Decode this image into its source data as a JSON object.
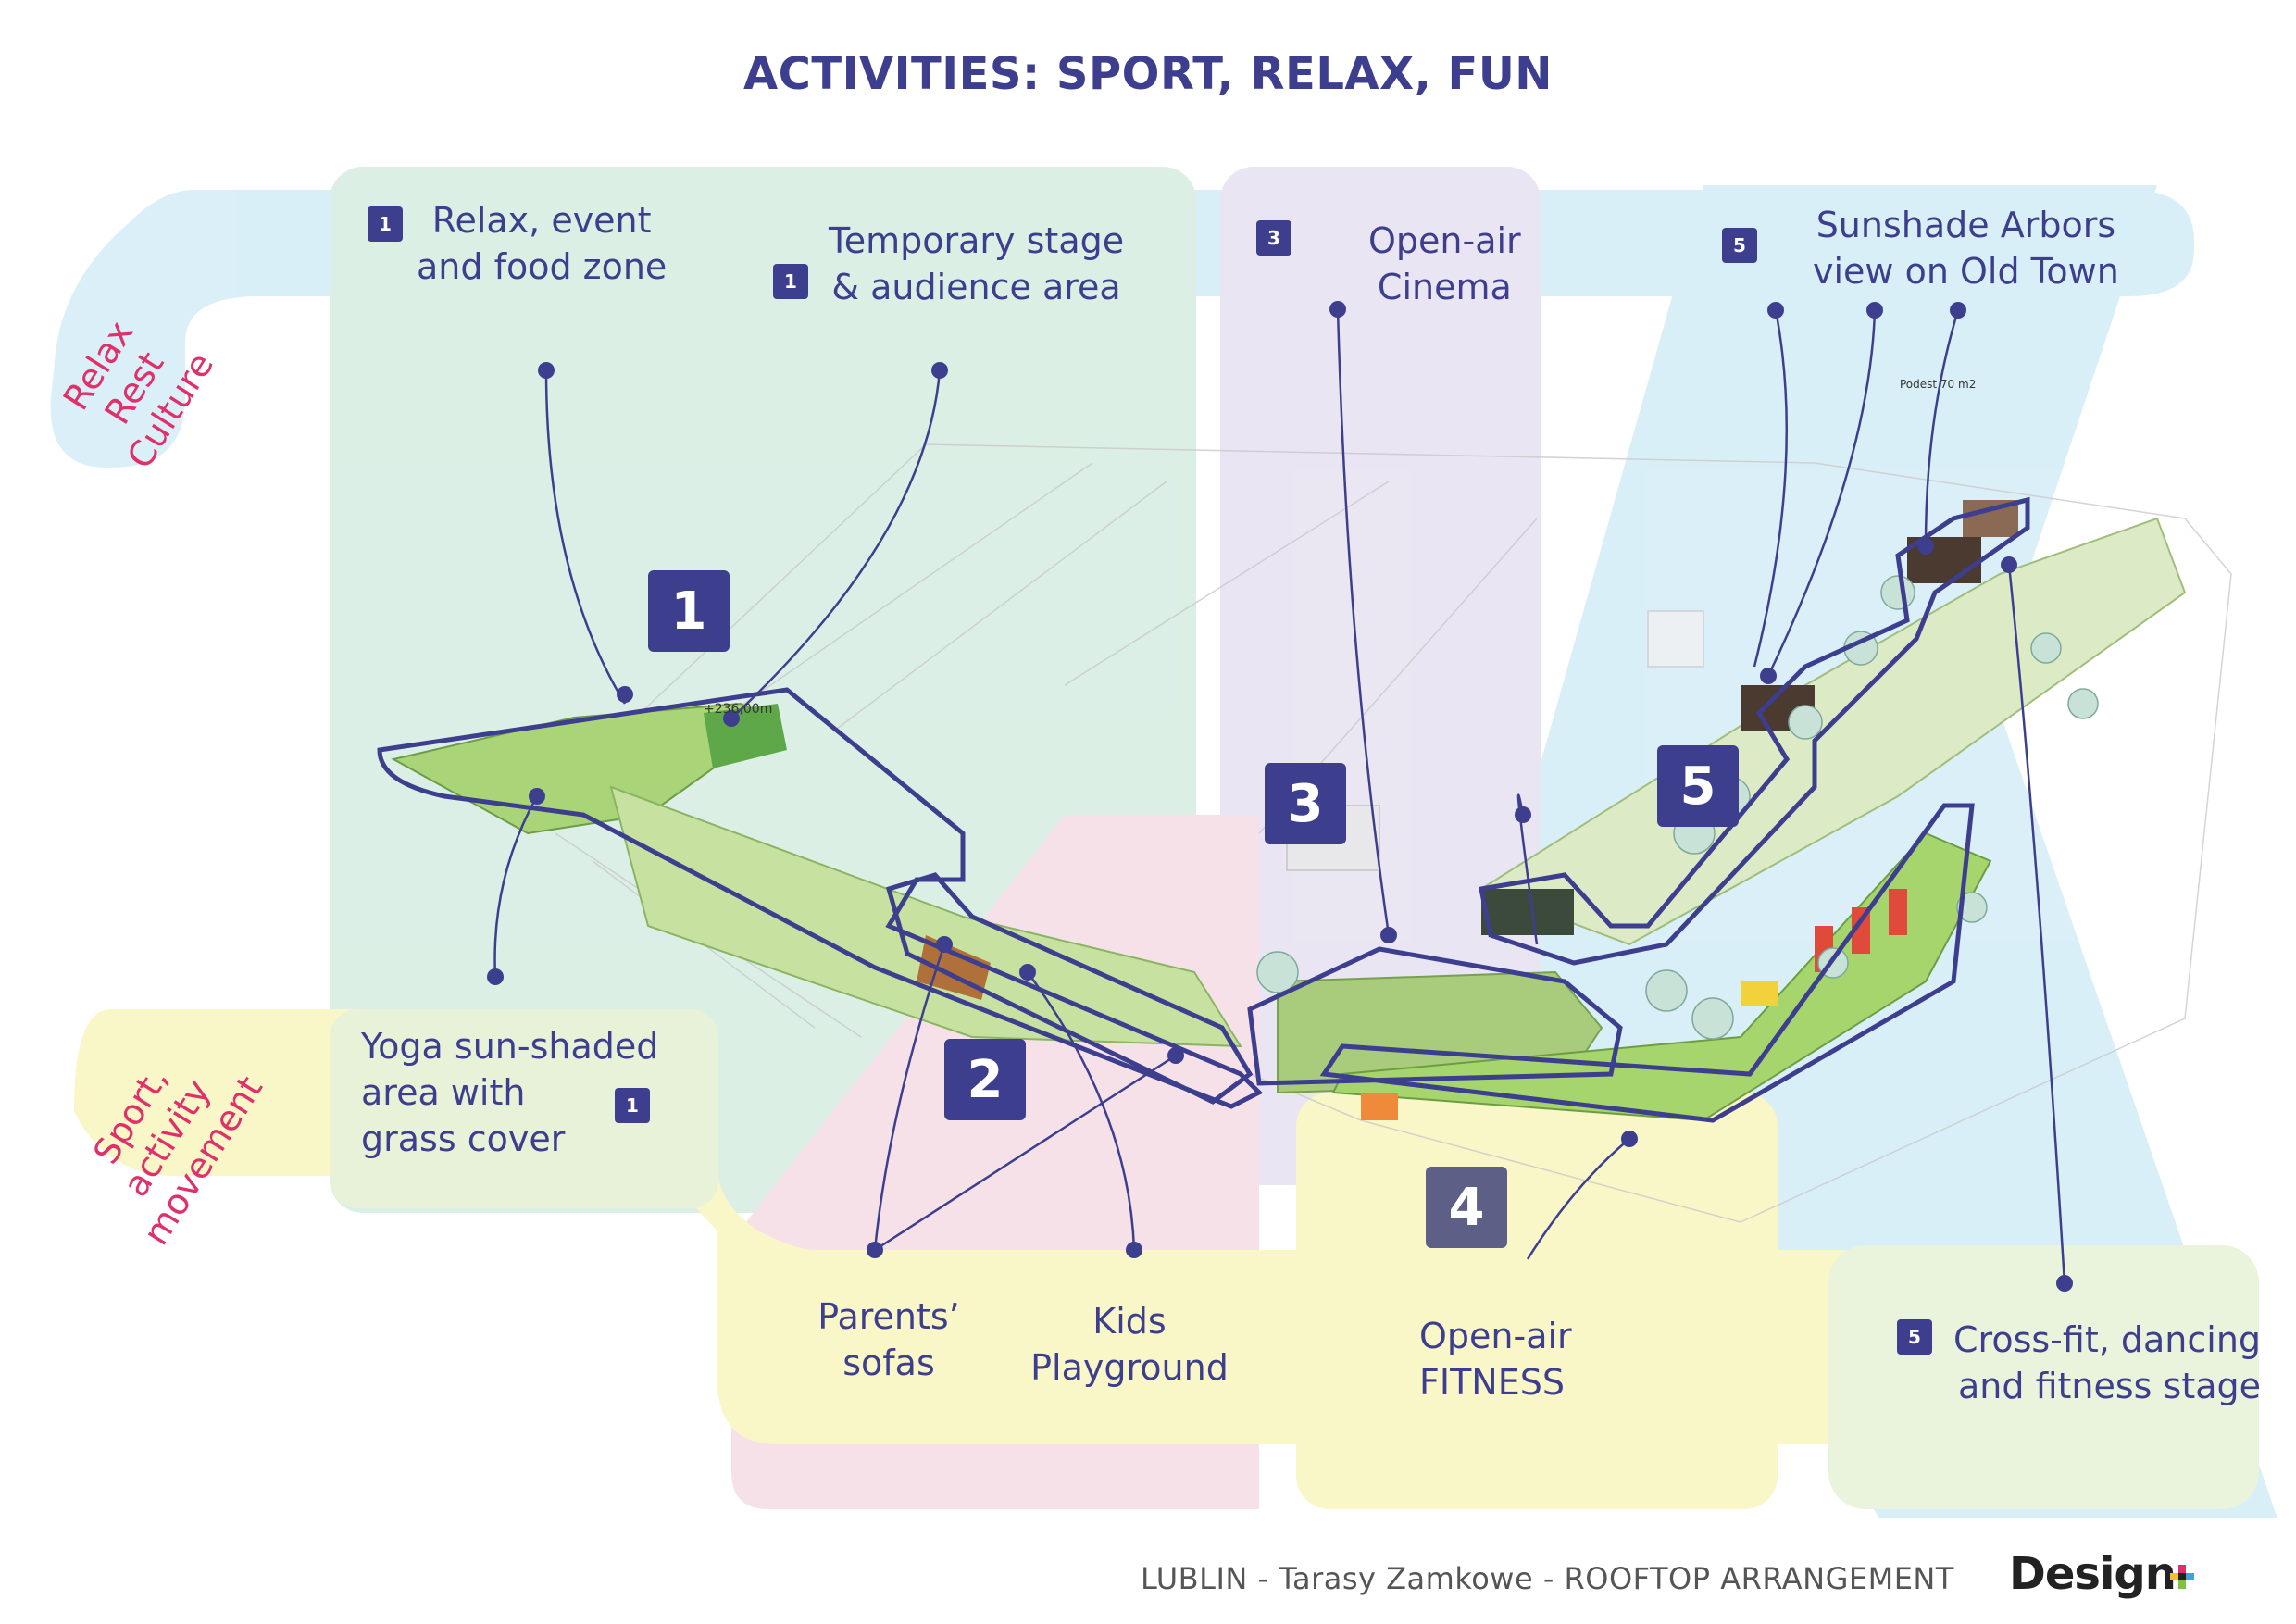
{
  "title": "ACTIVITIES: SPORT, RELAX, FUN",
  "side_labels": {
    "relax": [
      "Relax",
      "Rest",
      "Culture"
    ],
    "sport": [
      "Sport,",
      "activity",
      "movement"
    ]
  },
  "zones": {
    "relax_event_food": {
      "badge": "1",
      "line1": "Relax, event",
      "line2": "and food zone"
    },
    "temporary_stage": {
      "badge": "1",
      "line1": "Temporary stage",
      "line2": "& audience area"
    },
    "cinema": {
      "badge": "3",
      "line1": "Open-air",
      "line2": "Cinema"
    },
    "sunshade_arbors": {
      "badge": "5",
      "line1": "Sunshade Arbors",
      "line2": "view on Old Town"
    },
    "yoga": {
      "badge": "1",
      "line1": "Yoga sun-shaded",
      "line2": "area with",
      "line3": "grass cover"
    },
    "parents_sofas": {
      "line1": "Parents’",
      "line2": "sofas"
    },
    "kids_playground": {
      "line1": "Kids",
      "line2": "Playground"
    },
    "fitness": {
      "line1": "Open-air",
      "line2": "FITNESS"
    },
    "crossfit": {
      "badge": "5",
      "line1": "Cross-fit, dancing",
      "line2": "and fitness stage"
    }
  },
  "map_badges": {
    "b1": "1",
    "b2": "2",
    "b3": "3",
    "b4": "4",
    "b5": "5"
  },
  "map_annotations": {
    "podest": "Podest 70 m2",
    "level": "+236,00m"
  },
  "footer": "LUBLIN - Tarasy Zamkowe - ROOFTOP ARRANGEMENT",
  "logo": {
    "text": "Design"
  },
  "colors": {
    "navy": "#3d3f8e",
    "relax_teal": "#d6eee4",
    "sky_blue": "#cdeaf5",
    "lavender": "#e6e0ef",
    "pink": "#f7dbe4",
    "yellow": "#f6f4b8",
    "light_green": "#e2efcf",
    "magenta_label": "#e0306a"
  },
  "icons": [
    "leader-dot-icon",
    "plus-logo-icon"
  ]
}
